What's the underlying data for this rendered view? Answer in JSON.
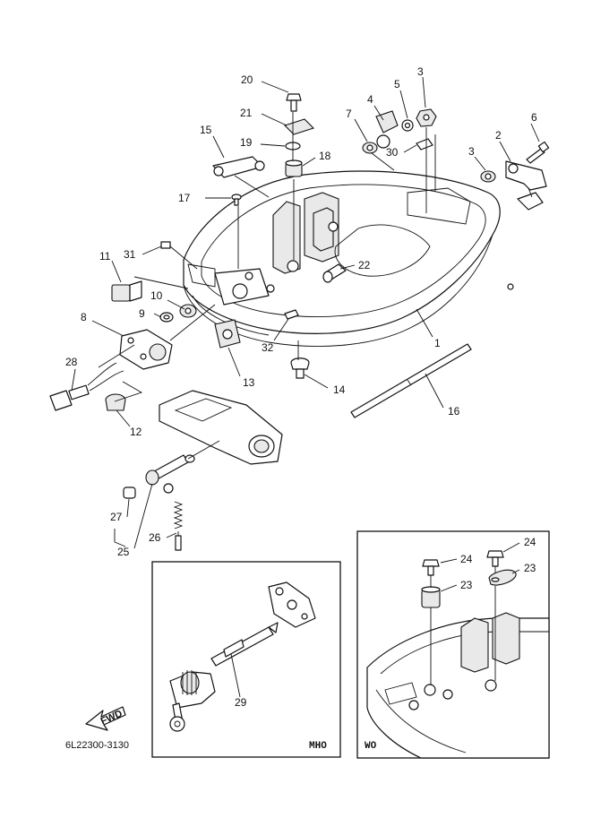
{
  "callouts": {
    "c1": "1",
    "c2": "2",
    "c3a": "3",
    "c3b": "3",
    "c4": "4",
    "c5": "5",
    "c6": "6",
    "c7": "7",
    "c8": "8",
    "c9": "9",
    "c10": "10",
    "c11": "11",
    "c12": "12",
    "c13": "13",
    "c14": "14",
    "c15": "15",
    "c16": "16",
    "c17": "17",
    "c18": "18",
    "c19": "19",
    "c20": "20",
    "c21": "21",
    "c22": "22",
    "c23a": "23",
    "c23b": "23",
    "c24a": "24",
    "c24b": "24",
    "c25": "25",
    "c26": "26",
    "c27": "27",
    "c28": "28",
    "c29": "29",
    "c30": "30",
    "c31": "31",
    "c32": "32"
  },
  "insets": {
    "left_tag": "MHO",
    "right_tag": "WO"
  },
  "fwd_label": "FWD",
  "reference_code": "6L22300-3130"
}
